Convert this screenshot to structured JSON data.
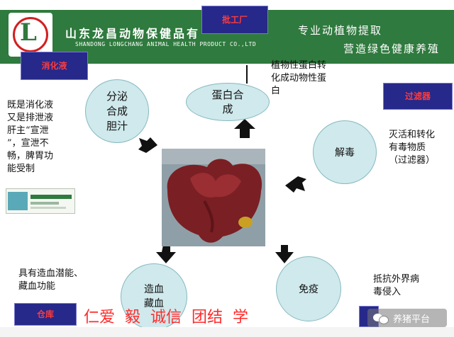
{
  "header": {
    "company_cn": "山东龙昌动物保健品有",
    "company_en": "SHANDONG LONGCHANG ANIMAL HEALTH PRODUCT CO.,LTD",
    "slogan_line1": "专业动植物提取",
    "slogan_line2": "营造绿色健康养殖"
  },
  "tags": {
    "top": "批工厂",
    "left": "消化液",
    "right": "过滤器",
    "bottom_left": "仓库"
  },
  "nodes": {
    "protein": "蛋白合\n成",
    "bile": "分泌\n合成\n胆汁",
    "detox": "解毒",
    "blood": "造血\n藏血",
    "immune": "免疫"
  },
  "notes": {
    "protein_note": "植物性蛋白转\n化成动物性蛋\n白",
    "bile_note": "既是消化液\n又是排泄液\n肝主“宣泄\n”，宣泄不\n畅，脾胃功\n能受制",
    "detox_note": "灭活和转化\n有毒物质\n（过滤器）",
    "blood_note": "具有造血潜能、\n藏血功能",
    "immune_note": "抵抗外界病\n毒侵入"
  },
  "bottom_values": "仁爱  毅  诚信  团结  学",
  "watermark": "养猪平台",
  "colors": {
    "header_green": "#2f7a3e",
    "tag_navy": "#26288a",
    "tag_red": "#ff3b3b",
    "circle_fill": "#cfe9ec",
    "values_red": "#ff2b2b"
  }
}
